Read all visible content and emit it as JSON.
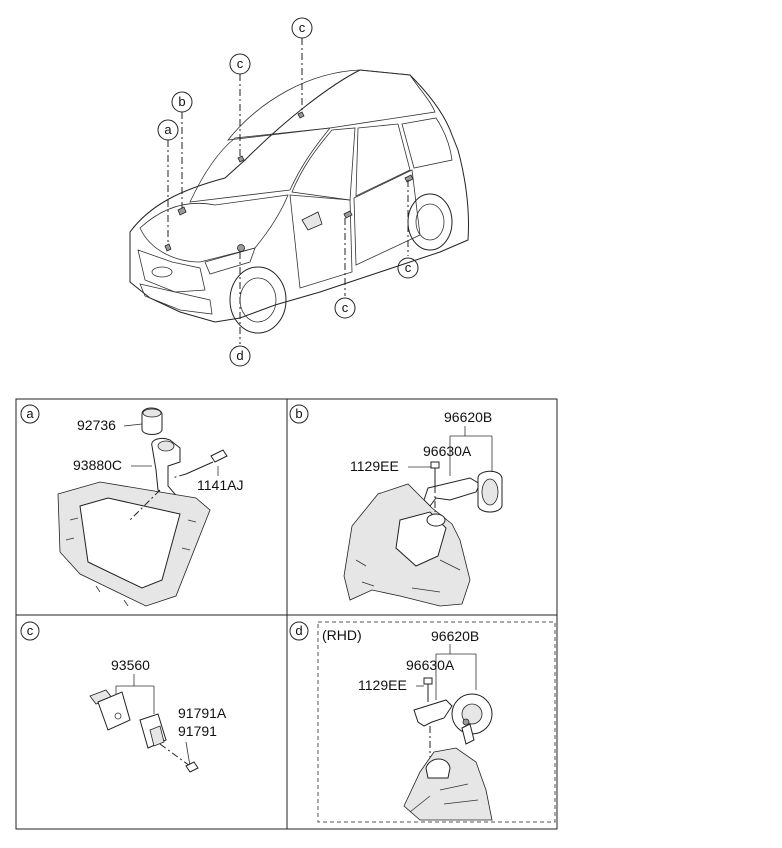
{
  "overview": {
    "callouts": [
      "c",
      "c",
      "b",
      "a",
      "c",
      "c",
      "d"
    ]
  },
  "panels": {
    "a": {
      "letter": "a",
      "parts": [
        "92736",
        "93880C",
        "1141AJ"
      ]
    },
    "b": {
      "letter": "b",
      "parts": [
        "96620B",
        "96630A",
        "1129EE"
      ]
    },
    "c": {
      "letter": "c",
      "parts": [
        "93560",
        "91791A",
        "91791"
      ]
    },
    "d": {
      "letter": "d",
      "note": "(RHD)",
      "parts": [
        "96620B",
        "96630A",
        "1129EE"
      ]
    }
  }
}
